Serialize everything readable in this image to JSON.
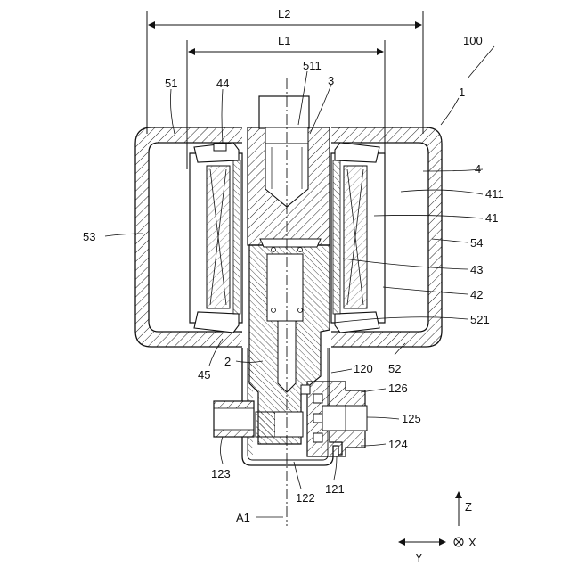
{
  "dimensions": {
    "L2": "L2",
    "L1": "L1"
  },
  "labels": {
    "assembly": "100",
    "device": "1",
    "r511": "511",
    "r3": "3",
    "r51": "51",
    "r44": "44",
    "r4": "4",
    "r411": "411",
    "r41": "41",
    "r53": "53",
    "r54": "54",
    "r43": "43",
    "r42": "42",
    "r521": "521",
    "r2": "2",
    "r45": "45",
    "r52": "52",
    "r120": "120",
    "r126": "126",
    "r125": "125",
    "r124": "124",
    "r123": "123",
    "r122": "122",
    "r121": "121",
    "axis": "A1"
  },
  "coordinate_system": {
    "z": "Z",
    "y": "Y",
    "x": "X"
  }
}
